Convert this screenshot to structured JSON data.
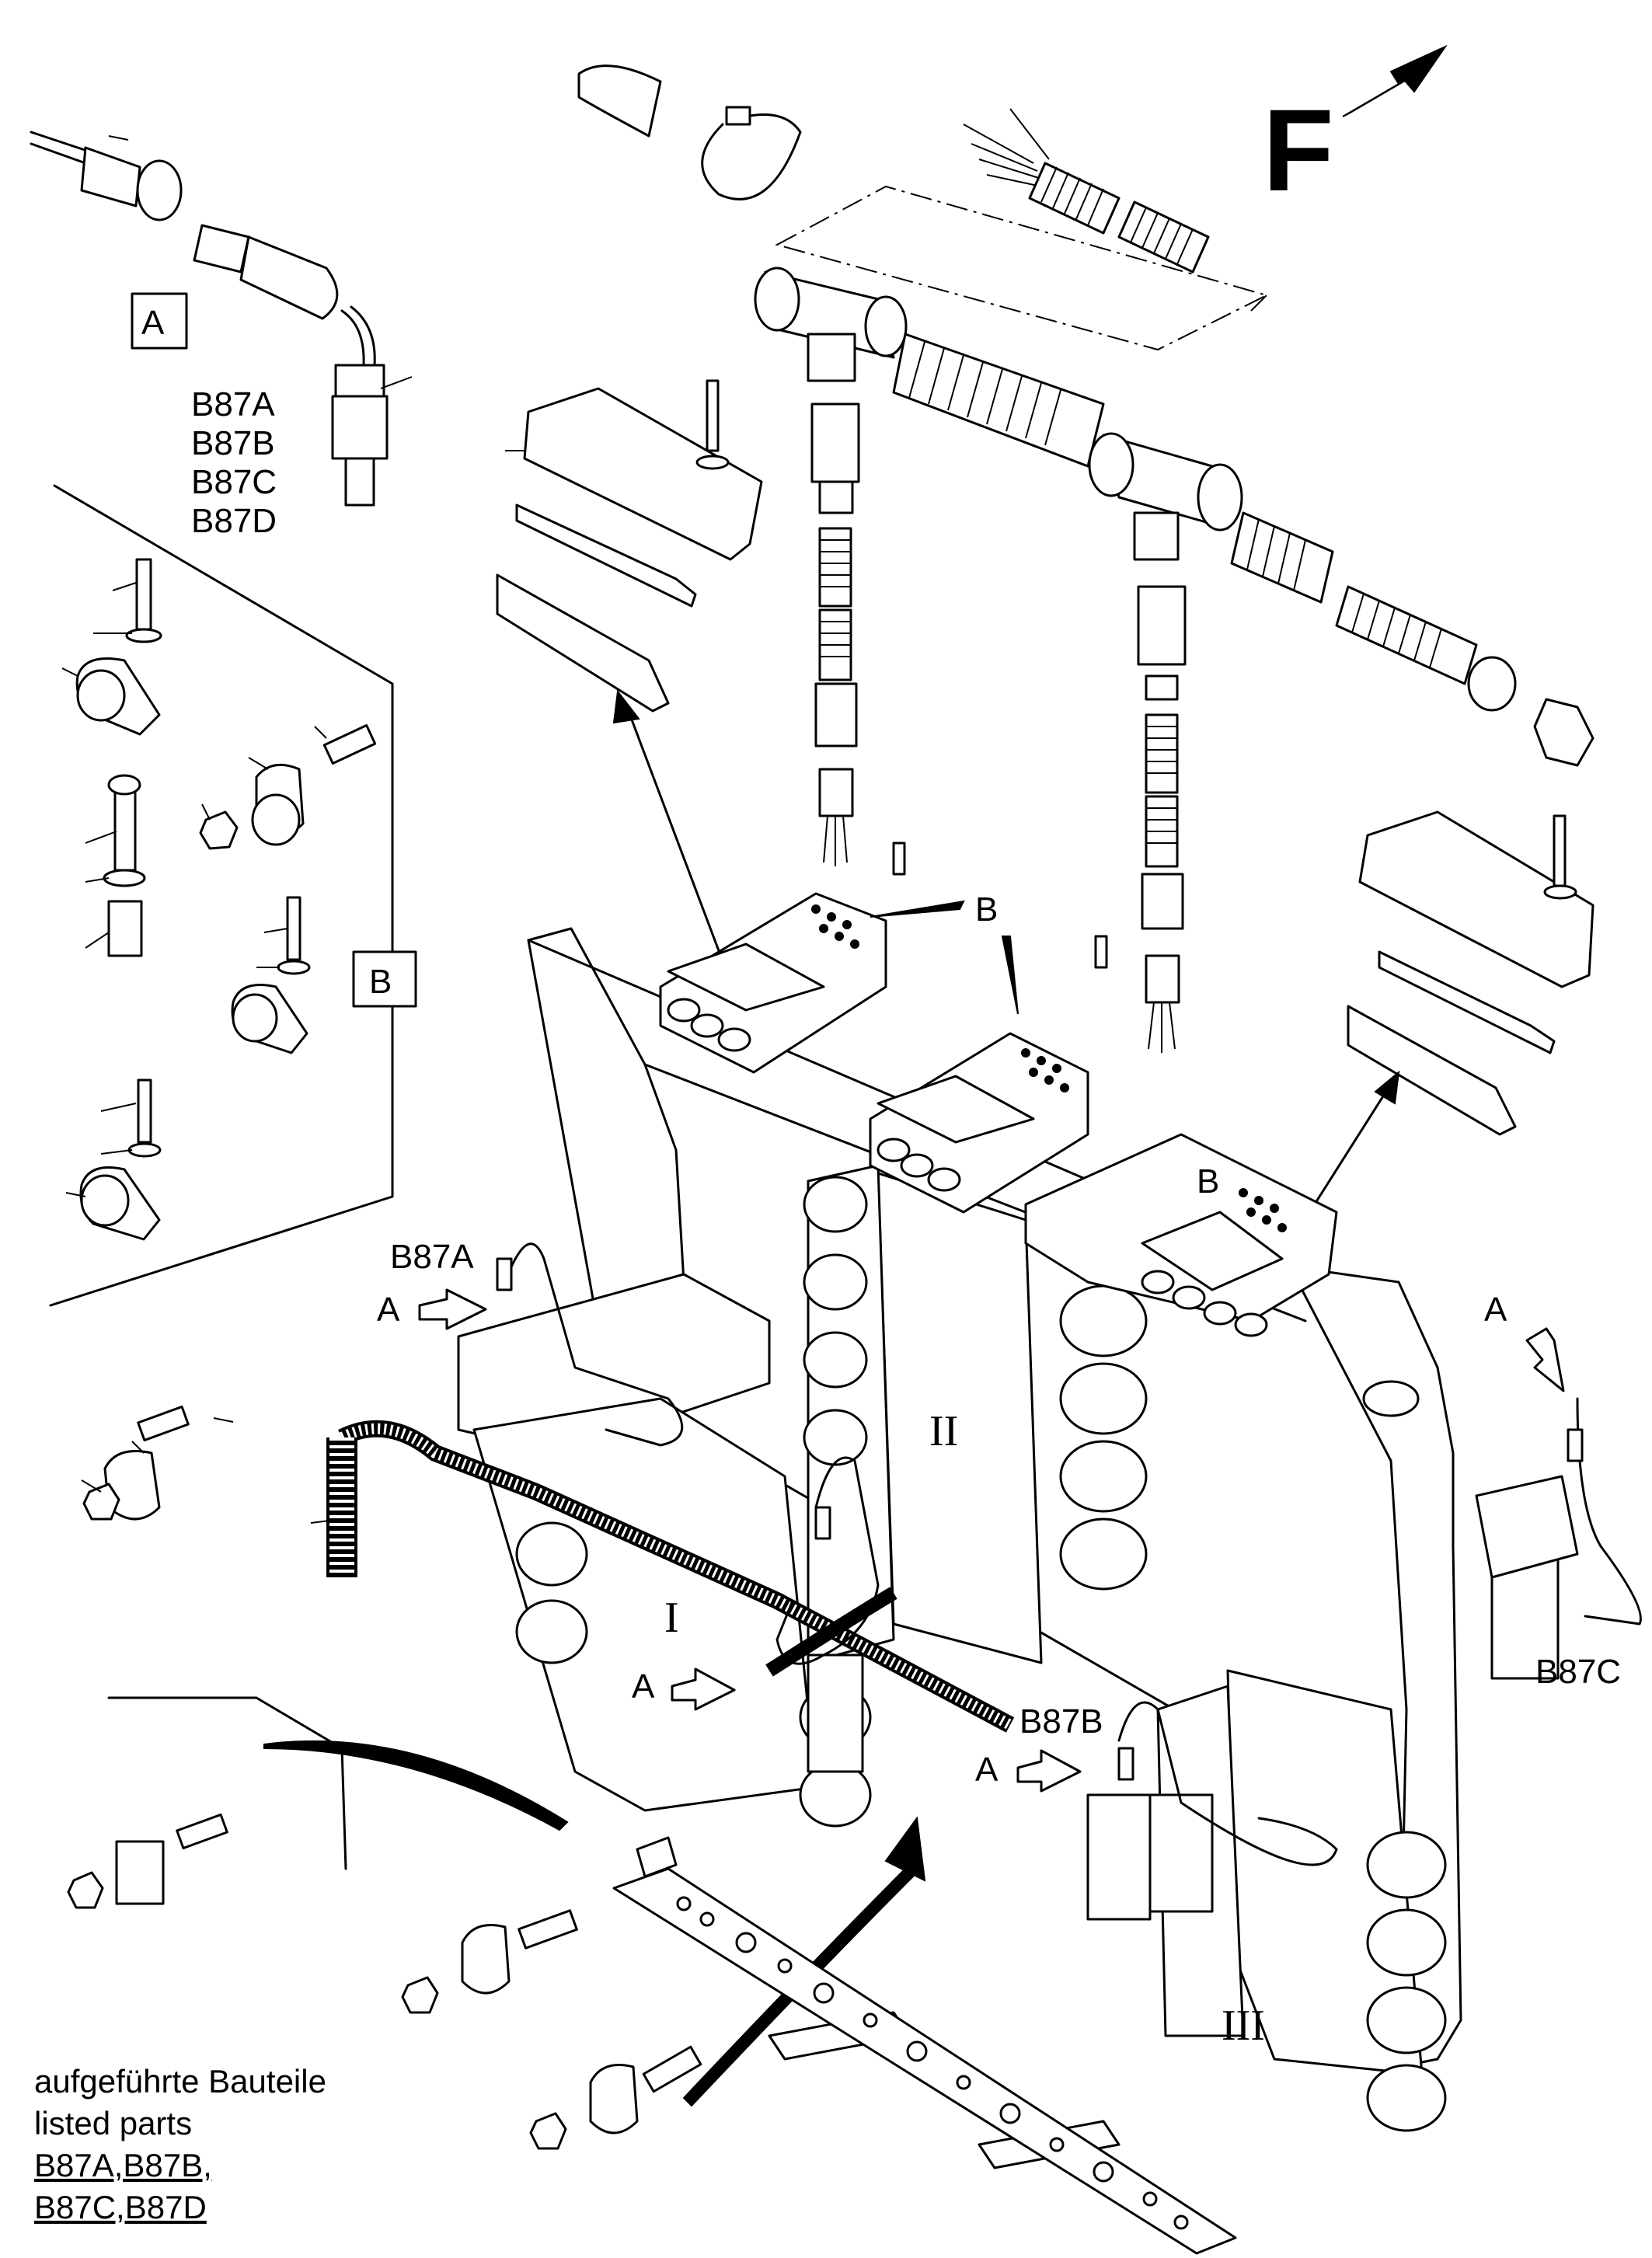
{
  "title": "",
  "orientation_label": "F",
  "detail_views": {
    "a_box": "A",
    "b_box": "B"
  },
  "part_codes": [
    "B87A",
    "B87B",
    "B87C",
    "B87D"
  ],
  "callouts": {
    "view_a": "A",
    "view_b": "B",
    "sensor_b87a": "B87A",
    "sensor_b87b": "B87B",
    "sensor_b87c": "B87C"
  },
  "sections": {
    "one": "I",
    "two": "II",
    "three": "III"
  },
  "note": {
    "line1": "aufgeführte Bauteile",
    "line2": "listed parts",
    "line3": "B87A,B87B,",
    "line4": "B87C,B87D"
  },
  "colors": {
    "ink": "#000000",
    "paper": "#ffffff"
  }
}
